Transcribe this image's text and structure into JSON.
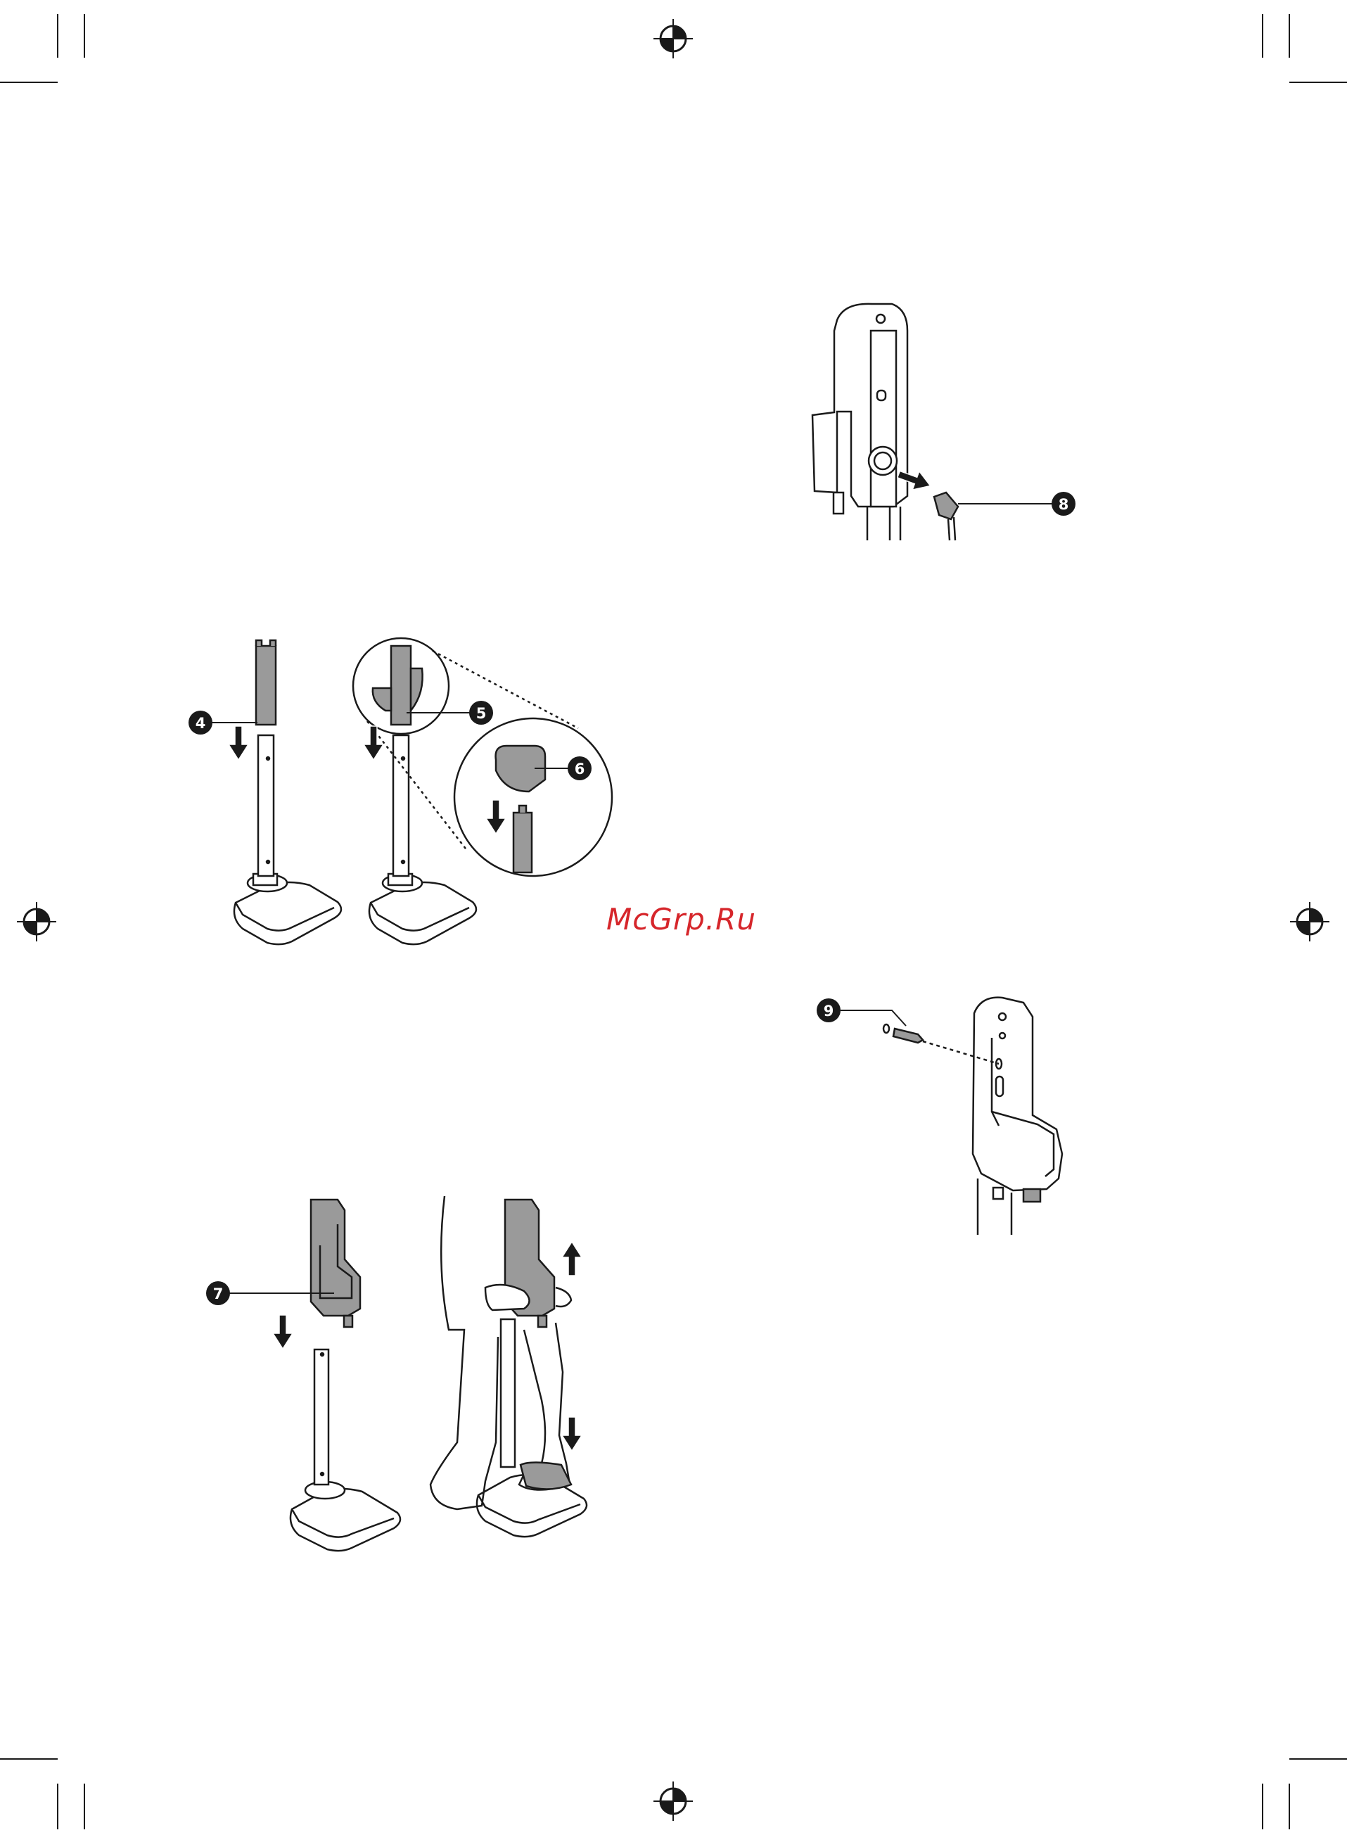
{
  "watermark": "McGrp.Ru",
  "callouts": [
    "4",
    "5",
    "6",
    "7",
    "8",
    "9"
  ],
  "colors": {
    "line": "#1a1a1a",
    "part_fill": "#9a9a9a",
    "watermark": "#d6262b",
    "callout_bg": "#1a1a1a"
  },
  "icons": [
    "registration-mark-icon",
    "down-arrow-icon",
    "up-arrow-icon",
    "right-arrow-icon"
  ]
}
